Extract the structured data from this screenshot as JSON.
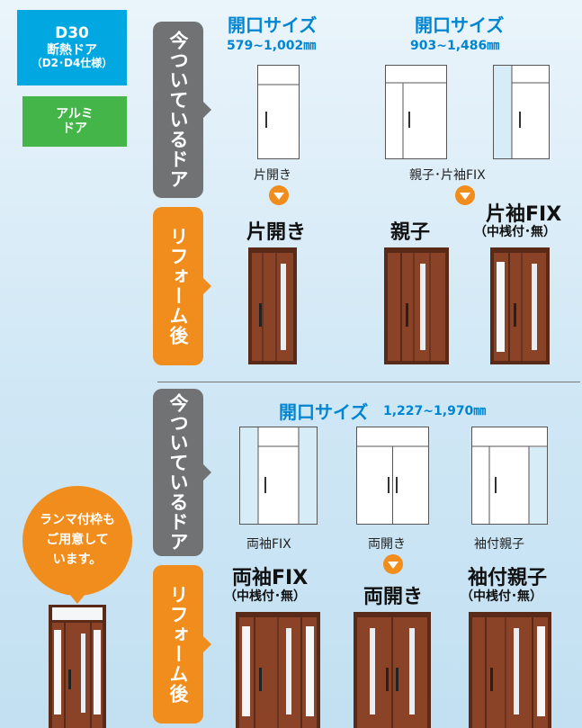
{
  "badges": {
    "d30_line1": "D30",
    "d30_line2": "断熱ドア",
    "d30_line3": "（D2･D4仕様）",
    "alumi_line1": "アルミ",
    "alumi_line2": "ドア"
  },
  "section_labels": {
    "current": "今ついているドア",
    "after": "リフォーム後"
  },
  "top": {
    "opening1_title": "開口サイズ",
    "opening1_range": "579~1,002㎜",
    "opening2_title": "開口サイズ",
    "opening2_range": "903~1,486㎜",
    "current_label1": "片開き",
    "current_label2": "親子･片袖FIX",
    "after_name1": "片開き",
    "after_name2": "親子",
    "after_name3": "片袖FIX",
    "after_sub3": "（中桟付･無）"
  },
  "bottom": {
    "opening_title": "開口サイズ",
    "opening_range": "1,227~1,970㎜",
    "current_label1": "両袖FIX",
    "current_label2": "両開き",
    "current_label3": "袖付親子",
    "after_name1": "両袖FIX",
    "after_sub1": "（中桟付･無）",
    "after_name2": "両開き",
    "after_name3": "袖付親子",
    "after_sub3": "（中桟付･無）"
  },
  "ranma_bubble": {
    "line1": "ランマ付枠も",
    "line2": "ご用意して",
    "line3": "います。"
  },
  "colors": {
    "cyan": "#00a7e1",
    "green": "#44b549",
    "orange": "#f08d1c",
    "gray": "#707273",
    "blue_text": "#0085d0",
    "door_wood": "#7a3a22",
    "glass_side": "#d6ecf7"
  }
}
